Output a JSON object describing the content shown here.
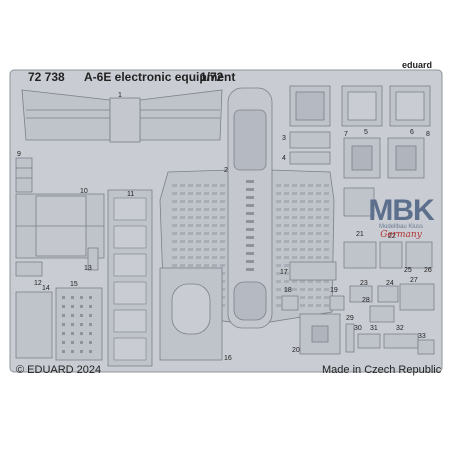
{
  "header": {
    "code": "72 738",
    "title": "A-6E electronic equipment",
    "scale": "1/72",
    "brand": "eduard"
  },
  "footer": {
    "copyright": "© EDUARD 2024",
    "origin": "Made in Czech Republic"
  },
  "watermark": {
    "main": "MBK",
    "sub": "Modellbau Kluss",
    "region": "Germany"
  },
  "part_numbers": [
    "1",
    "2",
    "3",
    "4",
    "5",
    "6",
    "7",
    "8",
    "9",
    "10",
    "11",
    "12",
    "13",
    "14",
    "15",
    "16",
    "17",
    "18",
    "19",
    "20",
    "21",
    "22",
    "23",
    "24",
    "25",
    "26",
    "27",
    "28",
    "29",
    "30",
    "31",
    "32",
    "33"
  ],
  "colors": {
    "fret": "#c9cdd3",
    "outline": "#7b8089",
    "text": "#222222",
    "watermark": "#5c6f8c",
    "watermark_accent": "#b23232"
  }
}
